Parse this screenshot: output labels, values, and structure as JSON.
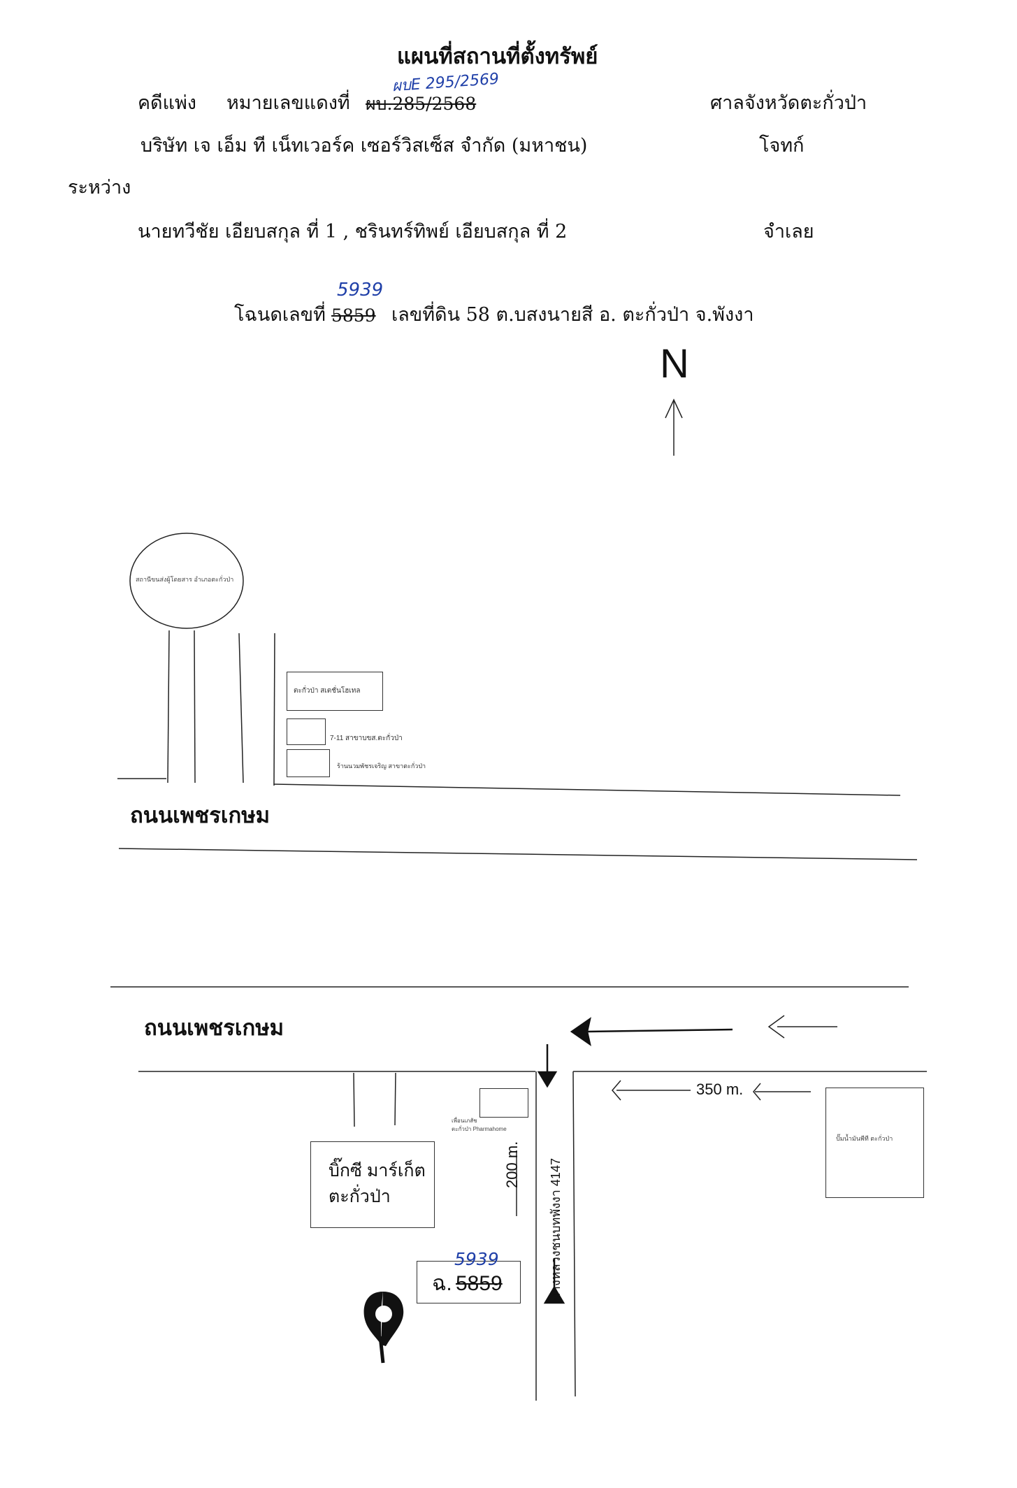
{
  "header": {
    "title": "แผนที่สถานที่ตั้งทรัพย์",
    "case_type": "คดีแพ่ง",
    "case_no_label": "หมายเลขแดงที่",
    "case_no_printed": "ผบ.285/2568",
    "case_no_handwritten": "ผบE 295/2569",
    "court": "ศาลจังหวัดตะกั่วป่า",
    "plaintiff": "บริษัท เจ เอ็ม ที เน็ทเวอร์ค เซอร์วิสเซ็ส จำกัด (มหาชน)",
    "plaintiff_role": "โจทก์",
    "between": "ระหว่าง",
    "defendants": "นายทวีชัย เอียบสกุล ที่ 1 , ชรินทร์ทิพย์ เอียบสกุล ที่ 2",
    "defendant_role": "จำเลย",
    "deed_label": "โฉนดเลขที่",
    "deed_no_printed": "5859",
    "deed_no_handwritten": "5939",
    "deed_rest": "เลขที่ดิน  58  ต.บสงนายสี  อ. ตะกั่วป่า จ.พังงา"
  },
  "map": {
    "north_label": "N",
    "circle_label": "สถานีขนส่งผู้โดยสาร อำเภอตะกั่วป่า",
    "hotel_label": "ตะกั่วป่า สเตชั่นโฮเทล",
    "seven_eleven_label": "7-11 สาขาบขส.ตะกั่วป่า",
    "shop_label": "ร้านนวมพัชรเจริญ สาขาตะกั่วป่า",
    "road_upper": "ถนนเพชรเกษม",
    "road_lower": "ถนนเพชรเกษม",
    "pharmacy_label_1": "เพื่อนเภสัช",
    "pharmacy_label_2": "ตะกั่วป่า Pharmahome",
    "distance_350": "350 m.",
    "gas_label": "ปั๊มน้ำมันพีที ตะกั่วป่า",
    "bigc_line1": "บิ๊กซี มาร์เก็ต",
    "bigc_line2": "ตะกั่วป่า",
    "distance_200": "200 m.",
    "highway_label": "ทางหลวงชนบทพังงา 4147",
    "plot_prefix": "ฉ.",
    "plot_printed": "5859",
    "plot_handwritten": "5939"
  }
}
